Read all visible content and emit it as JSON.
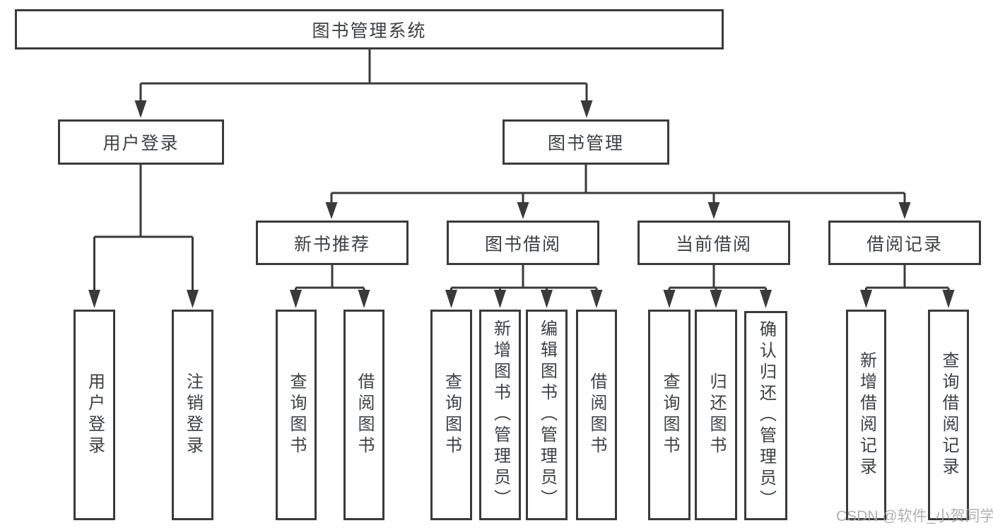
{
  "diagram": {
    "root": {
      "label": "图书管理系统"
    },
    "branches": [
      {
        "label": "用户登录",
        "children": [
          {
            "label": "用户登录"
          },
          {
            "label": "注销登录"
          }
        ]
      },
      {
        "label": "图书管理",
        "children": [
          {
            "label": "新书推荐",
            "children": [
              {
                "label": "查询图书"
              },
              {
                "label": "借阅图书"
              }
            ]
          },
          {
            "label": "图书借阅",
            "children": [
              {
                "label": "查询图书"
              },
              {
                "label": "新增图书（管理员）"
              },
              {
                "label": "编辑图书（管理员）"
              },
              {
                "label": "借阅图书"
              }
            ]
          },
          {
            "label": "当前借阅",
            "children": [
              {
                "label": "查询图书"
              },
              {
                "label": "归还图书"
              },
              {
                "label": "确认归还（管理员）"
              }
            ]
          },
          {
            "label": "借阅记录",
            "children": [
              {
                "label": "新增借阅记录"
              },
              {
                "label": "查询借阅记录"
              }
            ]
          }
        ]
      }
    ],
    "watermark": "CSDN @软件_小贺同学",
    "colors": {
      "line": "#3a3a3a",
      "text": "#3c4043",
      "watermark": "#a6a6a6",
      "background": "#ffffff"
    }
  }
}
